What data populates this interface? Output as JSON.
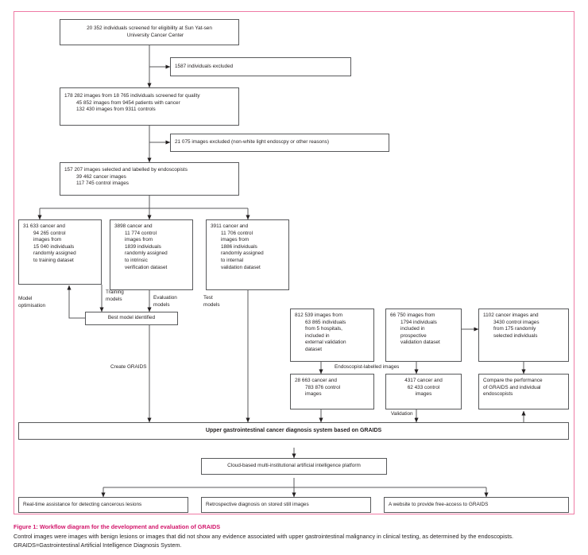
{
  "figure": {
    "frame_color": "#ef7ba5",
    "box_border_color": "#58595b",
    "caption_title": "Figure 1: Workflow diagram for the development and evaluation of GRAIDS",
    "caption_line1": "Control images were images with benign lesions or images that did not show any evidence associated with upper gastrointestinal malignancy in clinical testing, as determined by the endoscopists.",
    "caption_line2": "GRAIDS=Gastrointestinal Artificial Intelligence Diagnosis System."
  },
  "nodes": {
    "screened": {
      "l1": "20 352 individuals screened for eligibility at Sun Yat-sen",
      "l2": "University Cancer Center"
    },
    "excluded_individuals": {
      "l1": "1587 individuals excluded"
    },
    "quality": {
      "l1": "178 282 images from 18 765 individuals screened for quality",
      "l2": "45 852 images from 9454 patients with cancer",
      "l3": "132 430 images from 9311 controls"
    },
    "excluded_images": {
      "l1": "21 075 images excluded (non-white light endoscpy or other reasons)"
    },
    "labelled": {
      "l1": "157 207 images selected and labelled by endoscopists",
      "l2": "39 462 cancer images",
      "l3": "117 745 control images"
    },
    "training": {
      "l1": "31 633 cancer and",
      "l2": "94 265 control",
      "l3": "images from",
      "l4": "15 040 individuals",
      "l5": "randomly assigned",
      "l6": "to training dataset"
    },
    "intrinsic": {
      "l1": "3898 cancer and",
      "l2": "11 774 control",
      "l3": "images from",
      "l4": "1839 individuals",
      "l5": "randomly assigned",
      "l6": "to intrinsic",
      "l7": "verification dataset"
    },
    "internal": {
      "l1": "3911 cancer and",
      "l2": "11 706 control",
      "l3": "images from",
      "l4": "1886 individuals",
      "l5": "randomly assigned",
      "l6": "to internal",
      "l7": "validation dataset"
    },
    "best_model": {
      "l1": "Best model identified"
    },
    "external": {
      "l1": "812 539 images from",
      "l2": "63 865 individuals",
      "l3": "from 5 hospitals,",
      "l4": "included in",
      "l5": "external validation",
      "l6": "dataset"
    },
    "prospective": {
      "l1": "66 750 images from",
      "l2": "1794 individuals",
      "l3": "included in",
      "l4": "prospective",
      "l5": "validation dataset"
    },
    "randomly_selected": {
      "l1": "1102 cancer images and",
      "l2": "3430 control images",
      "l3": "from 175 randomly",
      "l4": "selected individuals"
    },
    "external_labelled": {
      "l1": "28 663 cancer and",
      "l2": "783 876 control",
      "l3": "images"
    },
    "prospective_labelled": {
      "l1": "4317 cancer and",
      "l2": "62 433 control",
      "l3": "images"
    },
    "compare": {
      "l1": "Compare the performance",
      "l2": "of GRAIDS and individual",
      "l3": "endoscopists"
    },
    "system": {
      "l1": "Upper gastrointestinal cancer diagnosis system based on GRAIDS"
    },
    "cloud": {
      "l1": "Cloud-based multi-institutional artificial intelligence platform"
    },
    "app_realtime": {
      "l1": "Real-time assistance for detecting cancerous lesions"
    },
    "app_retrospective": {
      "l1": "Retrospective diagnosis on stored still images"
    },
    "app_website": {
      "l1": "A website to provide free-access to GRAIDS"
    }
  },
  "edge_labels": {
    "model_optimisation_1": "Model",
    "model_optimisation_2": "optimisation",
    "training_models_1": "Training",
    "training_models_2": "models",
    "evaluation_models_1": "Evaluation",
    "evaluation_models_2": "models",
    "test_models_1": "Test",
    "test_models_2": "models",
    "create_graids": "Create GRAIDS",
    "endoscopist_labelled": "Endoscopist-labelled images",
    "validation": "Validation"
  }
}
